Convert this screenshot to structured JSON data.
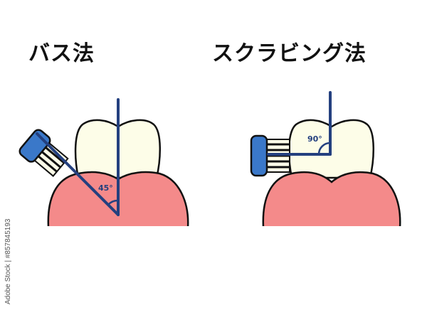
{
  "left_panel": {
    "title": "バス法",
    "angle_label": "45°",
    "angle_degrees": 45
  },
  "right_panel": {
    "title": "スクラビング法",
    "angle_label": "90°",
    "angle_degrees": 90
  },
  "colors": {
    "tooth": "#fdfde8",
    "gum": "#f48a8a",
    "brush_head": "#3a78c9",
    "line": "#24407f",
    "outline": "#111111"
  },
  "watermark": "Adobe Stock | #857845193"
}
